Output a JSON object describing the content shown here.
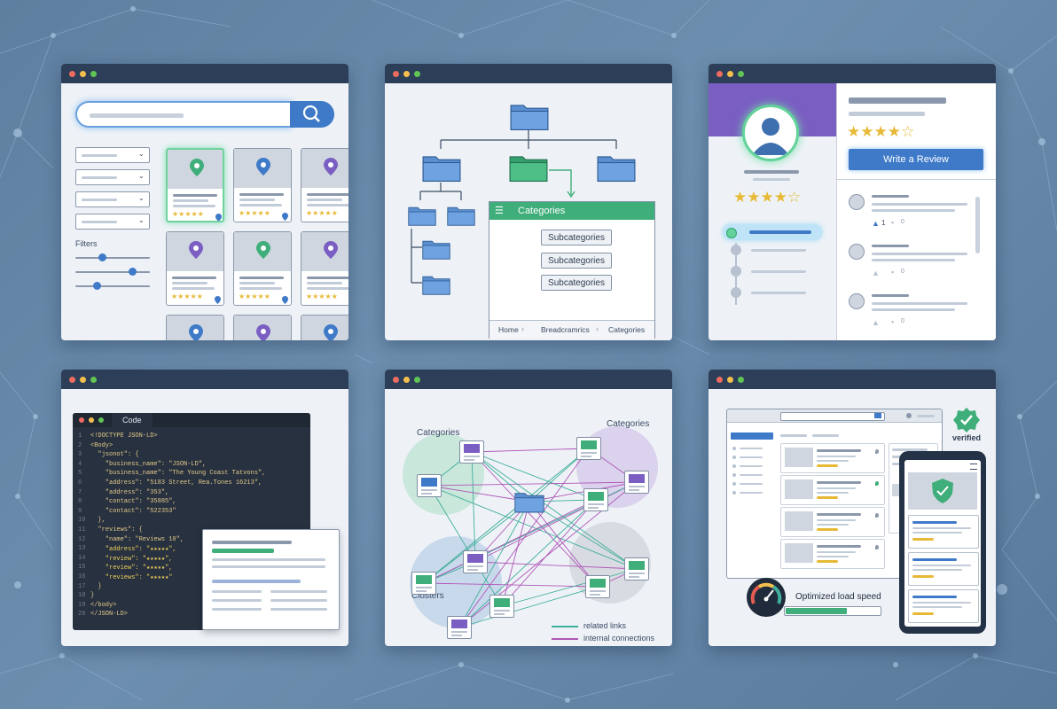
{
  "colors": {
    "background": "#6783a3",
    "window_titlebar": "#2c3e58",
    "accent_blue": "#3e7ac8",
    "accent_green": "#3fae7a",
    "accent_purple": "#7a5ec2",
    "star": "#e7b937"
  },
  "panel1": {
    "filters_label": "Filters",
    "cards": [
      {
        "pin": "green",
        "stars": "★★★★★"
      },
      {
        "pin": "blue",
        "stars": "★★★★★"
      },
      {
        "pin": "purple",
        "stars": "★★★★★"
      },
      {
        "pin": "purple",
        "stars": "★★★★★"
      },
      {
        "pin": "green",
        "stars": "★★★★★"
      },
      {
        "pin": "purple",
        "stars": "★★★★★"
      }
    ]
  },
  "panel2": {
    "categories_header": "Categories",
    "subcategories": [
      "Subcategories",
      "Subcategories",
      "Subcategories"
    ],
    "breadcrumb": [
      "Home",
      "Breadcramrics",
      "Categories"
    ]
  },
  "panel3": {
    "write_review_button": "Write a Review",
    "rating_stars": "★★★★☆",
    "profile_stars": "★★★★☆",
    "reviews": [
      {
        "likes": "1",
        "comments": "0"
      },
      {
        "likes": "",
        "comments": "0"
      },
      {
        "likes": "",
        "comments": "0"
      }
    ]
  },
  "panel4": {
    "tab_label": "Code",
    "line_numbers": [
      "1",
      "2",
      "3",
      "4",
      "5",
      "6",
      "7",
      "8",
      "9",
      "10",
      "11",
      "12",
      "13",
      "14",
      "15",
      "16",
      "17",
      "18",
      "19",
      "20"
    ],
    "code_lines": [
      "<!DOCTYPE JSON-LD>",
      "<Body>",
      "  \"jsonot\": {",
      "    \"business_name\": \"JSON-LD\",",
      "    \"business_name\": \"The Young Coast Tatvons\",",
      "    \"address\": \"5183 Street, Rea.Tones 16213\",",
      "    \"address\": \"353\",",
      "    \"contact\": \"35885\",",
      "    \"contact\": \"522353\"",
      "  },",
      "  \"reviews\": {",
      "    \"name\": \"Reviews 10\",",
      "    \"address\": \"★★★★★\",",
      "    \"review\": \"★★★★★\",",
      "    \"review\": \"★★★★★\",",
      "    \"reviews\": \"★★★★★\"",
      "  }",
      "}",
      "</body>",
      "</JSON-LD>"
    ]
  },
  "panel5": {
    "categories_label_left": "Categories",
    "categories_label_right": "Categories",
    "clusters_label": "Clusters",
    "legend": [
      {
        "label": "related links",
        "color": "#3fae9a"
      },
      {
        "label": "internal connections",
        "color": "#b055b8"
      }
    ]
  },
  "panel6": {
    "verified_label": "verified",
    "load_speed_label": "Optimized load speed",
    "load_speed_progress": 0.65
  }
}
